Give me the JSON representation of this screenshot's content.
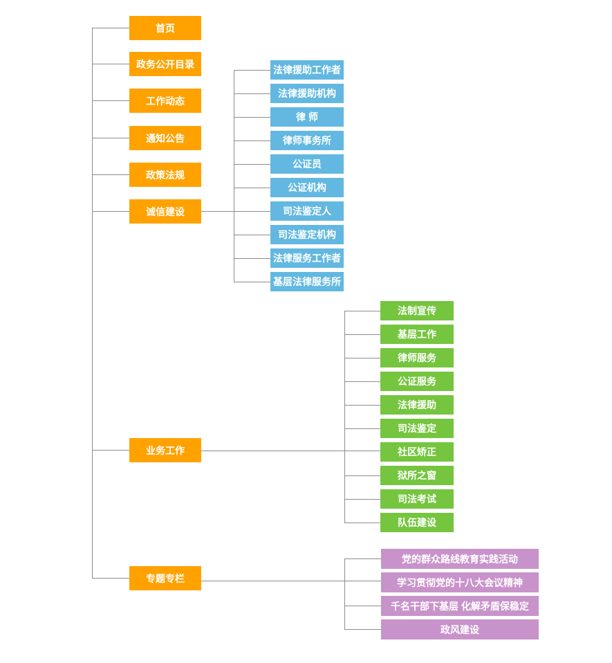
{
  "palette": {
    "level1_orange": "#FFA200",
    "integrity_blue": "#62B8E0",
    "business_green": "#75C53F",
    "topics_purple": "#C893CA",
    "connector_gray": "#8C8C8C",
    "node_text": "#FFFFFF",
    "background": "#FFFFFF"
  },
  "tree": {
    "main": [
      {
        "label": "首页"
      },
      {
        "label": "政务公开目录"
      },
      {
        "label": "工作动态"
      },
      {
        "label": "通知公告"
      },
      {
        "label": "政策法规"
      },
      {
        "label": "诚信建设"
      },
      {
        "label": "业务工作"
      },
      {
        "label": "专题专栏"
      }
    ],
    "integrity": [
      {
        "label": "法律援助工作者"
      },
      {
        "label": "法律援助机构"
      },
      {
        "label": "律 师"
      },
      {
        "label": "律师事务所"
      },
      {
        "label": "公证员"
      },
      {
        "label": "公证机构"
      },
      {
        "label": "司法鉴定人"
      },
      {
        "label": "司法鉴定机构"
      },
      {
        "label": "法律服务工作者"
      },
      {
        "label": "基层法律服务所"
      }
    ],
    "business": [
      {
        "label": "法制宣传"
      },
      {
        "label": "基层工作"
      },
      {
        "label": "律师服务"
      },
      {
        "label": "公证服务"
      },
      {
        "label": "法律援助"
      },
      {
        "label": "司法鉴定"
      },
      {
        "label": "社区矫正"
      },
      {
        "label": "狱所之窗"
      },
      {
        "label": "司法考试"
      },
      {
        "label": "队伍建设"
      }
    ],
    "topics": [
      {
        "label": "党的群众路线教育实践活动"
      },
      {
        "label": "学习贯彻党的十八大会议精神"
      },
      {
        "label": "千名干部下基层 化解矛盾保稳定"
      },
      {
        "label": "政风建设"
      }
    ]
  }
}
